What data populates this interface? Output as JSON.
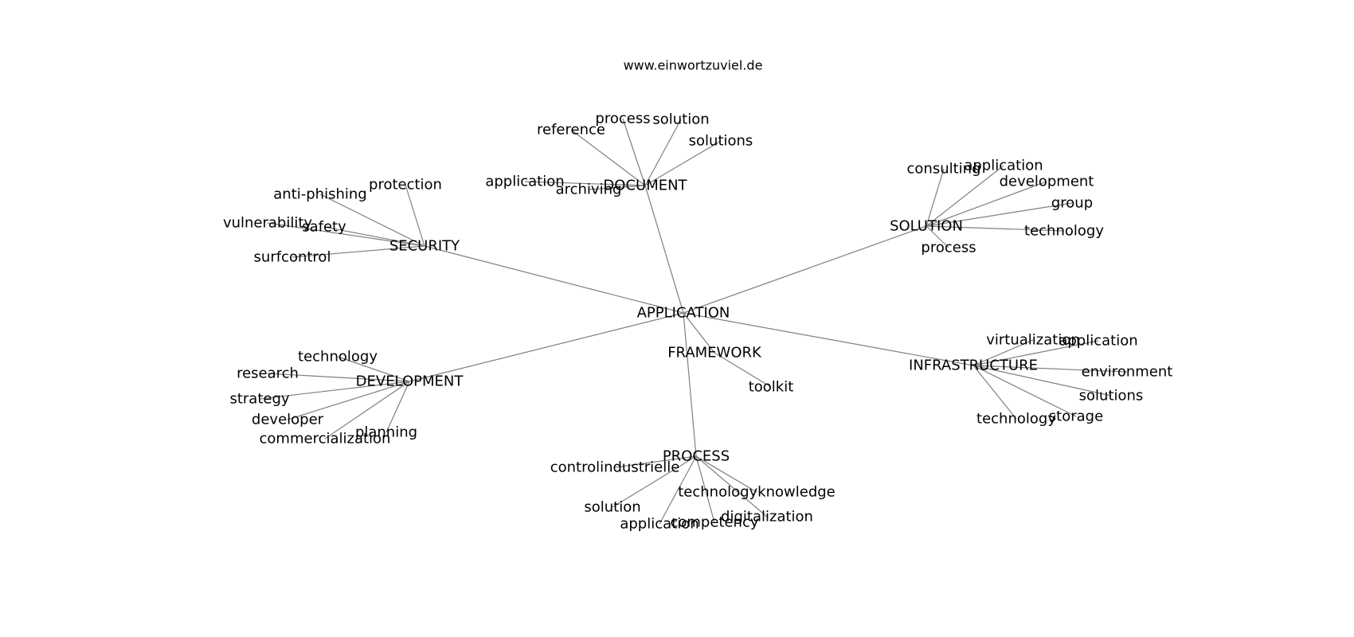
{
  "title": "www.einwortzuviel.de",
  "graph": {
    "nodes": [
      {
        "id": "n_app",
        "label": "APPLICATION"
      },
      {
        "id": "n_doc",
        "label": "DOCUMENT"
      },
      {
        "id": "n_sec",
        "label": "SECURITY"
      },
      {
        "id": "n_sol",
        "label": "SOLUTION"
      },
      {
        "id": "n_dev",
        "label": "DEVELOPMENT"
      },
      {
        "id": "n_fw",
        "label": "FRAMEWORK"
      },
      {
        "id": "n_inf",
        "label": "INFRASTRUCTURE"
      },
      {
        "id": "n_proc",
        "label": "PROCESS"
      },
      {
        "id": "d_process",
        "label": "process"
      },
      {
        "id": "d_solution",
        "label": "solution"
      },
      {
        "id": "d_reference",
        "label": "reference"
      },
      {
        "id": "d_solutions",
        "label": "solutions"
      },
      {
        "id": "d_application",
        "label": "application"
      },
      {
        "id": "d_archiving",
        "label": "archiving"
      },
      {
        "id": "s_protection",
        "label": "protection"
      },
      {
        "id": "s_antiphishing",
        "label": "anti-phishing"
      },
      {
        "id": "s_vulnerability",
        "label": "vulnerability"
      },
      {
        "id": "s_safety",
        "label": "safety"
      },
      {
        "id": "s_surfcontrol",
        "label": "surfcontrol"
      },
      {
        "id": "so_consulting",
        "label": "consulting"
      },
      {
        "id": "so_application",
        "label": "application"
      },
      {
        "id": "so_development",
        "label": "development"
      },
      {
        "id": "so_group",
        "label": "group"
      },
      {
        "id": "so_technology",
        "label": "technology"
      },
      {
        "id": "so_process",
        "label": "process"
      },
      {
        "id": "de_technology",
        "label": "technology"
      },
      {
        "id": "de_research",
        "label": "research"
      },
      {
        "id": "de_strategy",
        "label": "strategy"
      },
      {
        "id": "de_developer",
        "label": "developer"
      },
      {
        "id": "de_planning",
        "label": "planning"
      },
      {
        "id": "de_commercialization",
        "label": "commercialization"
      },
      {
        "id": "f_toolkit",
        "label": "toolkit"
      },
      {
        "id": "i_virtualization",
        "label": "virtualization"
      },
      {
        "id": "i_application",
        "label": "application"
      },
      {
        "id": "i_environment",
        "label": "environment"
      },
      {
        "id": "i_solutions",
        "label": "solutions"
      },
      {
        "id": "i_storage",
        "label": "storage"
      },
      {
        "id": "i_technology",
        "label": "technology"
      },
      {
        "id": "p_controlindustrielle",
        "label": "controlindustrielle"
      },
      {
        "id": "p_technologyknowledge",
        "label": "technologyknowledge"
      },
      {
        "id": "p_solution",
        "label": "solution"
      },
      {
        "id": "p_digitalization",
        "label": "digitalization"
      },
      {
        "id": "p_application",
        "label": "application"
      },
      {
        "id": "p_competency",
        "label": "competency"
      }
    ],
    "edges": [
      [
        "n_app",
        "n_doc"
      ],
      [
        "n_app",
        "n_sec"
      ],
      [
        "n_app",
        "n_sol"
      ],
      [
        "n_app",
        "n_dev"
      ],
      [
        "n_app",
        "n_fw"
      ],
      [
        "n_app",
        "n_inf"
      ],
      [
        "n_app",
        "n_proc"
      ],
      [
        "n_doc",
        "d_process"
      ],
      [
        "n_doc",
        "d_solution"
      ],
      [
        "n_doc",
        "d_reference"
      ],
      [
        "n_doc",
        "d_solutions"
      ],
      [
        "n_doc",
        "d_application"
      ],
      [
        "n_doc",
        "d_archiving"
      ],
      [
        "n_sec",
        "s_protection"
      ],
      [
        "n_sec",
        "s_antiphishing"
      ],
      [
        "n_sec",
        "s_vulnerability"
      ],
      [
        "n_sec",
        "s_safety"
      ],
      [
        "n_sec",
        "s_surfcontrol"
      ],
      [
        "n_sol",
        "so_consulting"
      ],
      [
        "n_sol",
        "so_application"
      ],
      [
        "n_sol",
        "so_development"
      ],
      [
        "n_sol",
        "so_group"
      ],
      [
        "n_sol",
        "so_technology"
      ],
      [
        "n_sol",
        "so_process"
      ],
      [
        "n_dev",
        "de_technology"
      ],
      [
        "n_dev",
        "de_research"
      ],
      [
        "n_dev",
        "de_strategy"
      ],
      [
        "n_dev",
        "de_developer"
      ],
      [
        "n_dev",
        "de_planning"
      ],
      [
        "n_dev",
        "de_commercialization"
      ],
      [
        "n_fw",
        "f_toolkit"
      ],
      [
        "n_inf",
        "i_virtualization"
      ],
      [
        "n_inf",
        "i_application"
      ],
      [
        "n_inf",
        "i_environment"
      ],
      [
        "n_inf",
        "i_solutions"
      ],
      [
        "n_inf",
        "i_storage"
      ],
      [
        "n_inf",
        "i_technology"
      ],
      [
        "n_proc",
        "p_controlindustrielle"
      ],
      [
        "n_proc",
        "p_technologyknowledge"
      ],
      [
        "n_proc",
        "p_solution"
      ],
      [
        "n_proc",
        "p_digitalization"
      ],
      [
        "n_proc",
        "p_application"
      ],
      [
        "n_proc",
        "p_competency"
      ]
    ]
  }
}
